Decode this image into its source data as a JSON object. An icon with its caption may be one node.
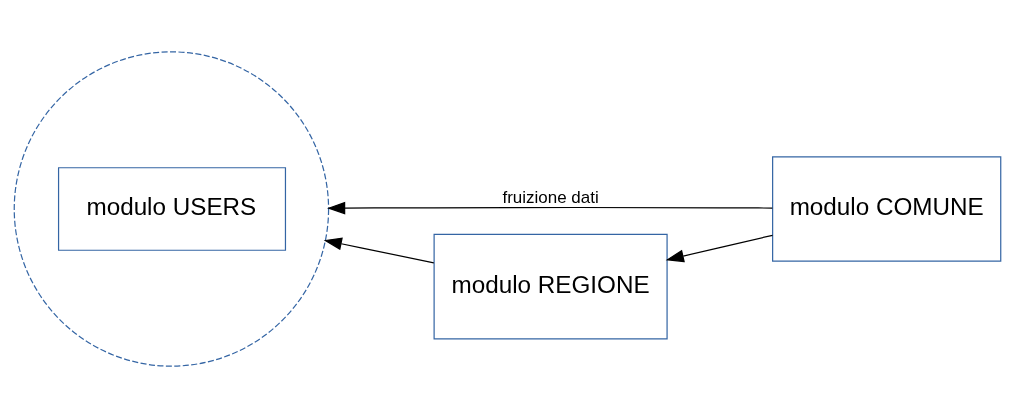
{
  "diagram": {
    "nodes": [
      {
        "text": [],
        "shape": "circle"
      },
      {
        "text": [
          "modulo REGIONE"
        ]
      },
      {
        "text": [
          "modulo USERS"
        ],
        "in": 0
      },
      {
        "text": [
          "modulo COMUNE"
        ]
      }
    ],
    "edges": [
      {
        "from": 1,
        "to": 0,
        "arrow": "to"
      },
      {
        "from": 3,
        "to": 1,
        "arrow": "to"
      },
      {
        "from": 3,
        "to": 0,
        "arrow": "to",
        "label": "fruizione dati"
      }
    ]
  }
}
